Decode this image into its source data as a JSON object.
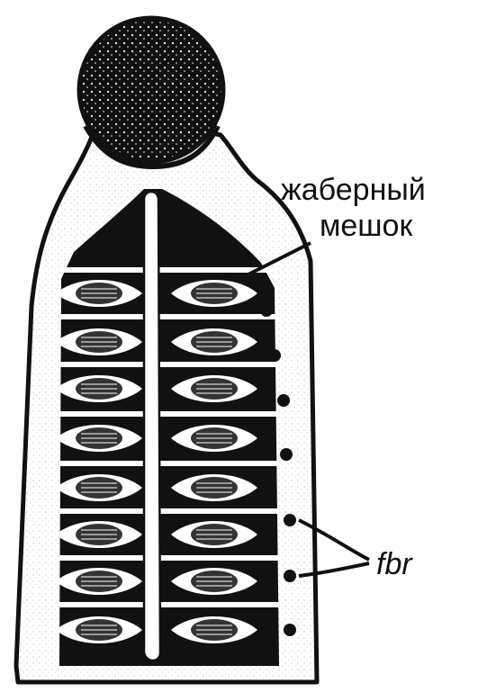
{
  "labels": {
    "gill_sac_line1": "жаберный",
    "gill_sac_line2": "мешок",
    "fbr": "fbr"
  },
  "colors": {
    "ink": "#111111",
    "paper": "#ffffff",
    "stipple": "#e8e8e8"
  }
}
